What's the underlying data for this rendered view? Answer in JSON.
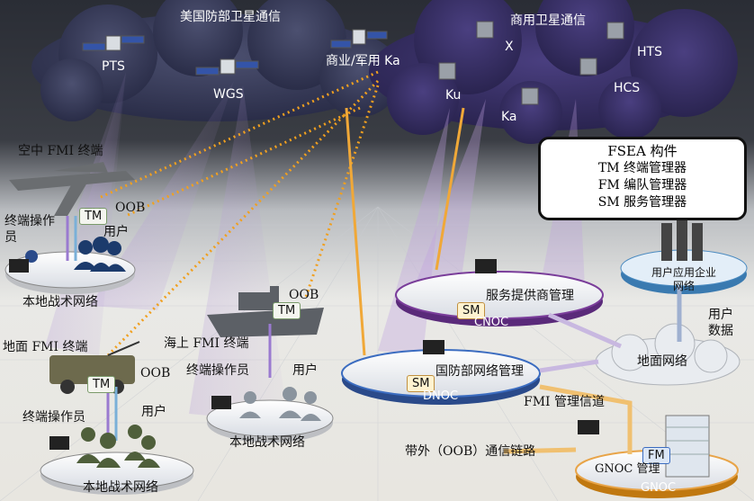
{
  "clouds": {
    "us_military": {
      "title": "美国防部卫星通信",
      "sats": [
        "PTS",
        "WGS",
        "商业/军用 Ka"
      ]
    },
    "commercial": {
      "title": "商用卫星通信",
      "sats": [
        "X",
        "HTS",
        "Ku",
        "HCS",
        "Ka"
      ]
    }
  },
  "fsea": {
    "title": "FSEA 构件",
    "items": [
      "TM 终端管理器",
      "FM 编队管理器",
      "SM 服务管理器"
    ]
  },
  "air": {
    "terminal": "空中 FMI 终端",
    "operator": "终端操作员",
    "user": "用户",
    "tm": "TM",
    "oob": "OOB",
    "network": "本地战术网络"
  },
  "sea": {
    "terminal": "海上 FMI 终端",
    "tm": "TM",
    "oob": "OOB",
    "operator": "终端操作员",
    "user": "用户",
    "network": "本地战术网络"
  },
  "ground": {
    "terminal": "地面 FMI 终端",
    "tm": "TM",
    "oob": "OOB",
    "operator": "终端操作员",
    "user": "用户",
    "network": "本地战术网络"
  },
  "cnoc": {
    "sm": "SM",
    "name": "CNOC",
    "manager": "服务提供商管理"
  },
  "dnoc": {
    "sm": "SM",
    "name": "DNOC",
    "manager": "国防部网络管理"
  },
  "enterprise": {
    "label": "用户应用企业网络",
    "user_data": "用户数据"
  },
  "ground_network": "地面网络",
  "fmi_channel": "FMI 管理信道",
  "oob_link": "带外（OOB）通信链路",
  "gnoc": {
    "fm": "FM",
    "manager": "GNOC 管理",
    "name": "GNOC"
  },
  "colors": {
    "cloud": "#35385a",
    "purple": "#7a3d9a",
    "blue": "#3b6cc0",
    "orange": "#f0a020",
    "gold": "#e8a448"
  }
}
